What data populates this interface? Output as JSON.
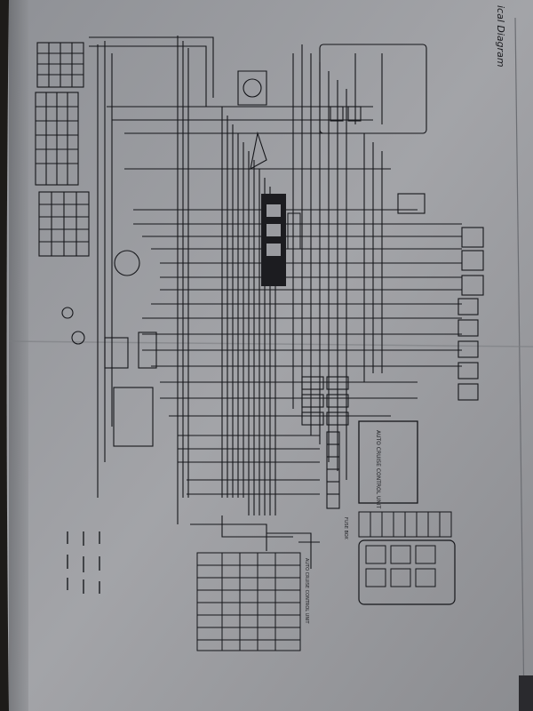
{
  "page": {
    "heading_fragment": "ical Diagram",
    "module_label": "AUTO CRUISE CONTROL UNIT",
    "table_title": "AUTO CRUISE CONTROL UNIT",
    "fuse_label": "FUSE BOX",
    "colors": {
      "background": "#2a2622",
      "paper": "#9a9ba0",
      "paper_shadow": "#6f7176",
      "ink": "#15161a",
      "dark_block": "#1c1c20"
    }
  }
}
